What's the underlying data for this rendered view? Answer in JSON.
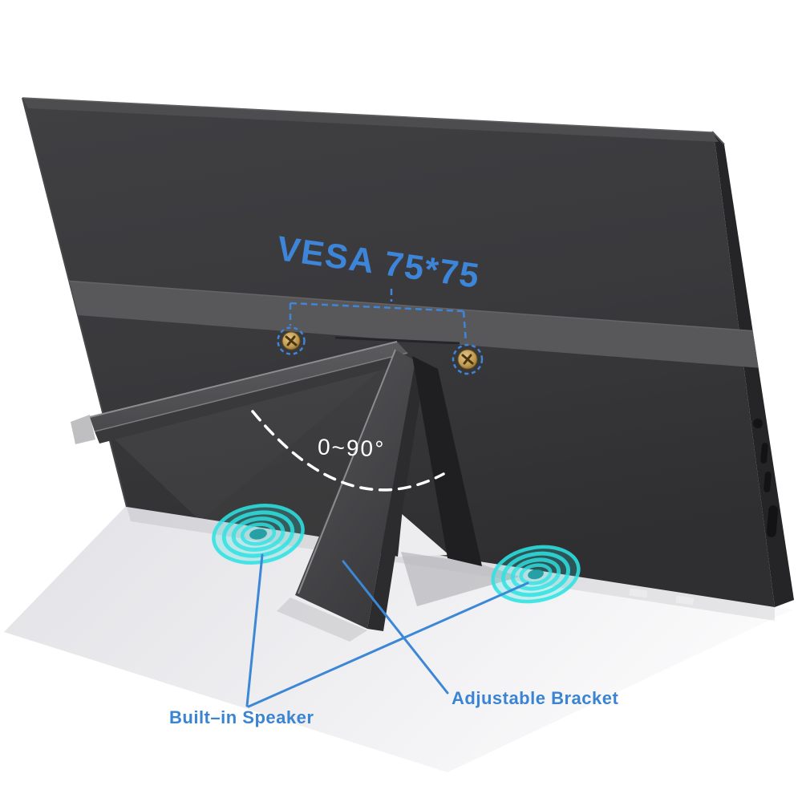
{
  "product_annotations": {
    "vesa_label": "VESA 75*75",
    "tilt_range_label": "0~90°",
    "speaker_label": "Built–in Speaker",
    "bracket_label": "Adjustable Bracket"
  },
  "colors": {
    "annotation_blue": "#3d85d8",
    "speaker_wave_cyan": "#2bdcdc",
    "tilt_label_white": "#ffffff",
    "monitor_body_dark": "#3a3a3d",
    "vesa_screw_gold": "#c9a25e"
  },
  "icons": [
    "vesa-screw-left-icon",
    "vesa-screw-right-icon",
    "speaker-waves-left-icon",
    "speaker-waves-right-icon",
    "headphone-jack-port-icon",
    "usb-c-port-icon",
    "mini-hdmi-port-icon"
  ]
}
